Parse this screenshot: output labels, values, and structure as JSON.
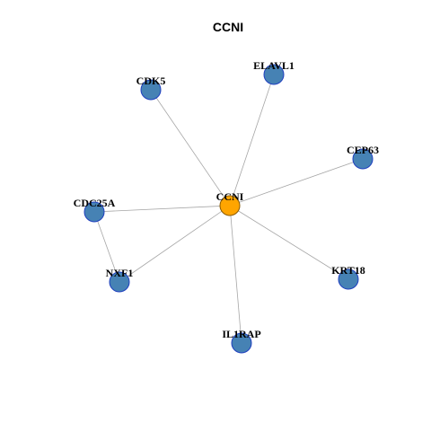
{
  "graph": {
    "title": "CCNI",
    "colors": {
      "center_node": "#ffa500",
      "other_node": "#4682b4",
      "node_border": "#1f3fbf",
      "edge": "#a6a6a6"
    },
    "nodes": [
      {
        "id": "CCNI",
        "label": "CCNI",
        "center": true
      },
      {
        "id": "ELAVL1",
        "label": "ELAVL1"
      },
      {
        "id": "CDK5",
        "label": "CDK5"
      },
      {
        "id": "CEP63",
        "label": "CEP63"
      },
      {
        "id": "CDC25A",
        "label": "CDC25A"
      },
      {
        "id": "NXF1",
        "label": "NXF1"
      },
      {
        "id": "KRT18",
        "label": "KRT18"
      },
      {
        "id": "IL1RAP",
        "label": "IL1RAP"
      }
    ],
    "edges": [
      {
        "source": "CCNI",
        "target": "ELAVL1"
      },
      {
        "source": "CCNI",
        "target": "CDK5"
      },
      {
        "source": "CCNI",
        "target": "CEP63"
      },
      {
        "source": "CCNI",
        "target": "CDC25A"
      },
      {
        "source": "CCNI",
        "target": "NXF1"
      },
      {
        "source": "CCNI",
        "target": "KRT18"
      },
      {
        "source": "CCNI",
        "target": "IL1RAP"
      },
      {
        "source": "CDC25A",
        "target": "NXF1"
      }
    ]
  }
}
